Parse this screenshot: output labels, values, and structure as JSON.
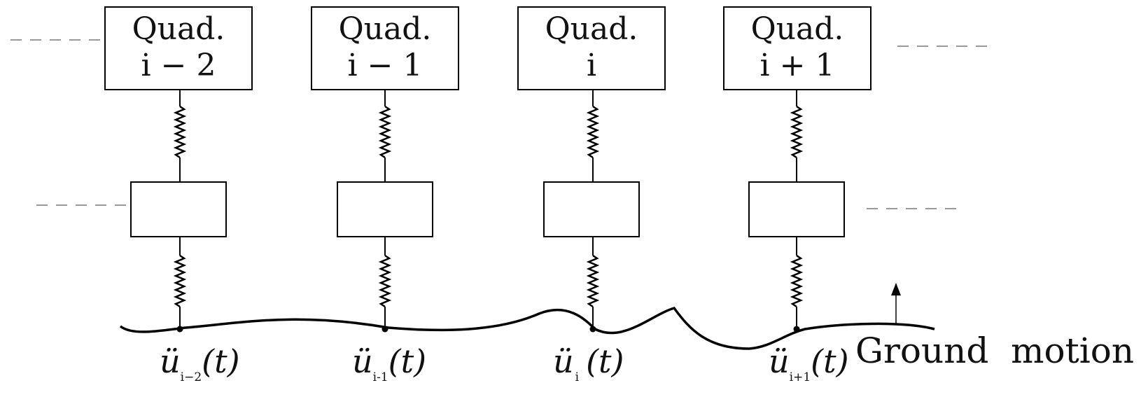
{
  "quads": [
    {
      "line1": "Quad.",
      "line2": "i − 2",
      "accel": "ü",
      "sub": "i−2",
      "arg": "(t)"
    },
    {
      "line1": "Quad.",
      "line2": "i − 1",
      "accel": "ü",
      "sub": "i-1",
      "arg": "(t)"
    },
    {
      "line1": "Quad.",
      "line2": "i",
      "accel": "ü",
      "sub": "i",
      "arg": "(t)"
    },
    {
      "line1": "Quad.",
      "line2": "i + 1",
      "accel": "ü",
      "sub": "i+1",
      "arg": "(t)"
    }
  ],
  "ground_label": "Ground  motion"
}
